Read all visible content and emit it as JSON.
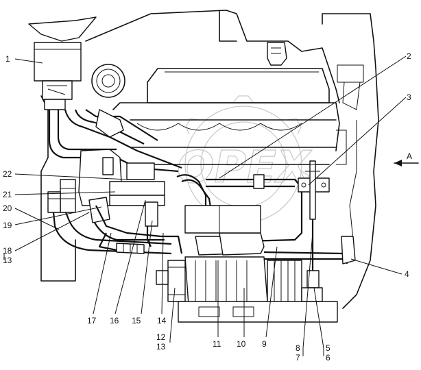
{
  "watermark": {
    "text": "OPEX"
  },
  "view_arrow": {
    "label": "A"
  },
  "callouts": [
    {
      "id": "1",
      "text": "1"
    },
    {
      "id": "2",
      "text": "2"
    },
    {
      "id": "3",
      "text": "3"
    },
    {
      "id": "4",
      "text": "4"
    },
    {
      "id": "5",
      "text": "5"
    },
    {
      "id": "6",
      "text": "6"
    },
    {
      "id": "7",
      "text": "7"
    },
    {
      "id": "8",
      "text": "8"
    },
    {
      "id": "9",
      "text": "9"
    },
    {
      "id": "10",
      "text": "10"
    },
    {
      "id": "11",
      "text": "11"
    },
    {
      "id": "12",
      "text": "12"
    },
    {
      "id": "13a",
      "text": "13"
    },
    {
      "id": "13b",
      "text": "13"
    },
    {
      "id": "14",
      "text": "14"
    },
    {
      "id": "15",
      "text": "15"
    },
    {
      "id": "16",
      "text": "16"
    },
    {
      "id": "17",
      "text": "17"
    },
    {
      "id": "18",
      "text": "18"
    },
    {
      "id": "19",
      "text": "19"
    },
    {
      "id": "20",
      "text": "20"
    },
    {
      "id": "21",
      "text": "21"
    },
    {
      "id": "22",
      "text": "22"
    }
  ],
  "colors": {
    "line": "#111111",
    "background": "#ffffff",
    "watermark": "#c8c8c8"
  }
}
